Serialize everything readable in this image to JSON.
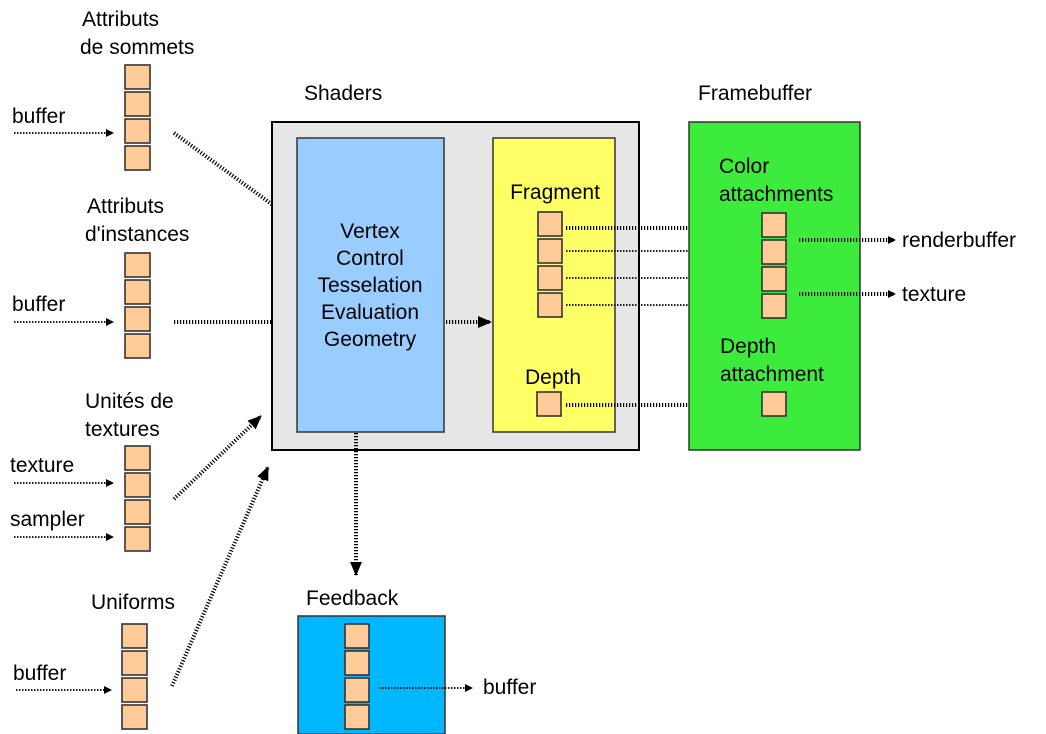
{
  "colors": {
    "cell": "#ffcc99",
    "shaders_bg": "#e6e6e6",
    "vertex_stage": "#99ccff",
    "fragment_stage": "#ffff66",
    "framebuffer": "#3deb3d",
    "feedback": "#00b8ff"
  },
  "inputs": {
    "vertex_attributes": {
      "title_line1": "Attributs",
      "title_line2": "de sommets",
      "source": "buffer"
    },
    "instance_attributes": {
      "title_line1": "Attributs",
      "title_line2": "d'instances",
      "source": "buffer"
    },
    "texture_units": {
      "title_line1": "Unités de",
      "title_line2": "textures",
      "source1": "texture",
      "source2": "sampler"
    },
    "uniforms": {
      "title": "Uniforms",
      "source": "buffer"
    }
  },
  "shaders": {
    "title": "Shaders",
    "vertex_stages": [
      "Vertex",
      "Control",
      "Tesselation",
      "Evaluation",
      "Geometry"
    ],
    "fragment": {
      "title": "Fragment",
      "depth": "Depth"
    }
  },
  "framebuffer": {
    "title": "Framebuffer",
    "color_line1": "Color",
    "color_line2": "attachments",
    "depth_line1": "Depth",
    "depth_line2": "attachment",
    "outputs": [
      "renderbuffer",
      "texture"
    ]
  },
  "feedback": {
    "title": "Feedback",
    "output": "buffer"
  }
}
